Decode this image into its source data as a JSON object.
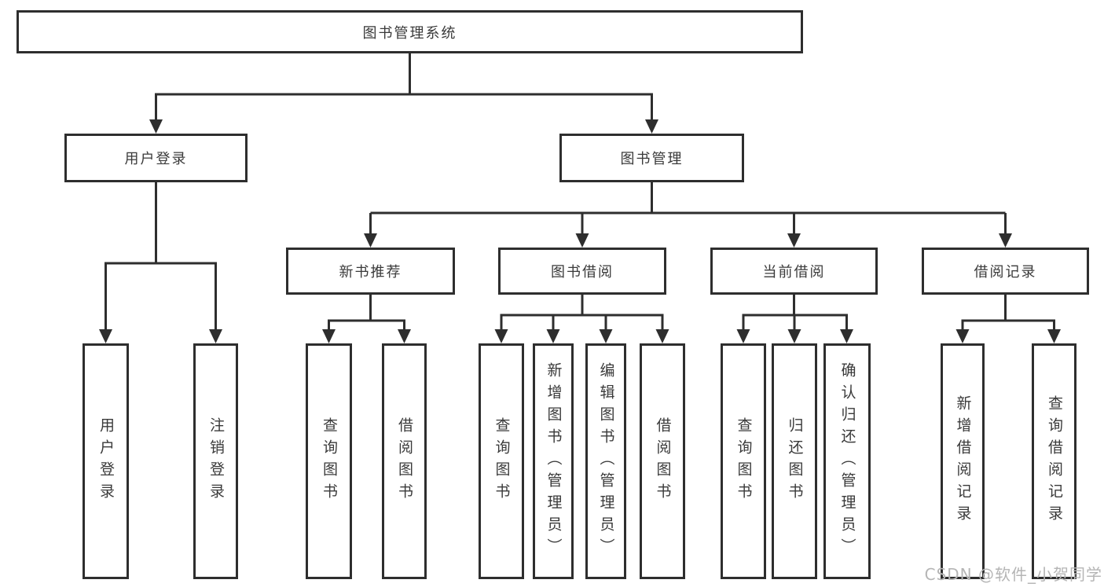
{
  "tree": {
    "root": {
      "label": "图书管理系统",
      "children": [
        {
          "label": "用户登录",
          "children": [
            {
              "label": "用户登录"
            },
            {
              "label": "注销登录"
            }
          ]
        },
        {
          "label": "图书管理",
          "children": [
            {
              "label": "新书推荐",
              "children": [
                {
                  "label": "查询图书"
                },
                {
                  "label": "借阅图书"
                }
              ]
            },
            {
              "label": "图书借阅",
              "children": [
                {
                  "label": "查询图书"
                },
                {
                  "label": "新增图书（管理员）"
                },
                {
                  "label": "编辑图书（管理员）"
                },
                {
                  "label": "借阅图书"
                }
              ]
            },
            {
              "label": "当前借阅",
              "children": [
                {
                  "label": "查询图书"
                },
                {
                  "label": "归还图书"
                },
                {
                  "label": "确认归还（管理员）"
                }
              ]
            },
            {
              "label": "借阅记录",
              "children": [
                {
                  "label": "新增借阅记录"
                },
                {
                  "label": "查询借阅记录"
                }
              ]
            }
          ]
        }
      ]
    }
  },
  "watermark": {
    "text": "CSDN @软件_小贺同学"
  },
  "colors": {
    "line": "#2e2e2e",
    "box_border": "#2e2e2e",
    "box_background": "#ffffff",
    "text": "#3a3a3a",
    "watermark": "#b5b5b5"
  }
}
